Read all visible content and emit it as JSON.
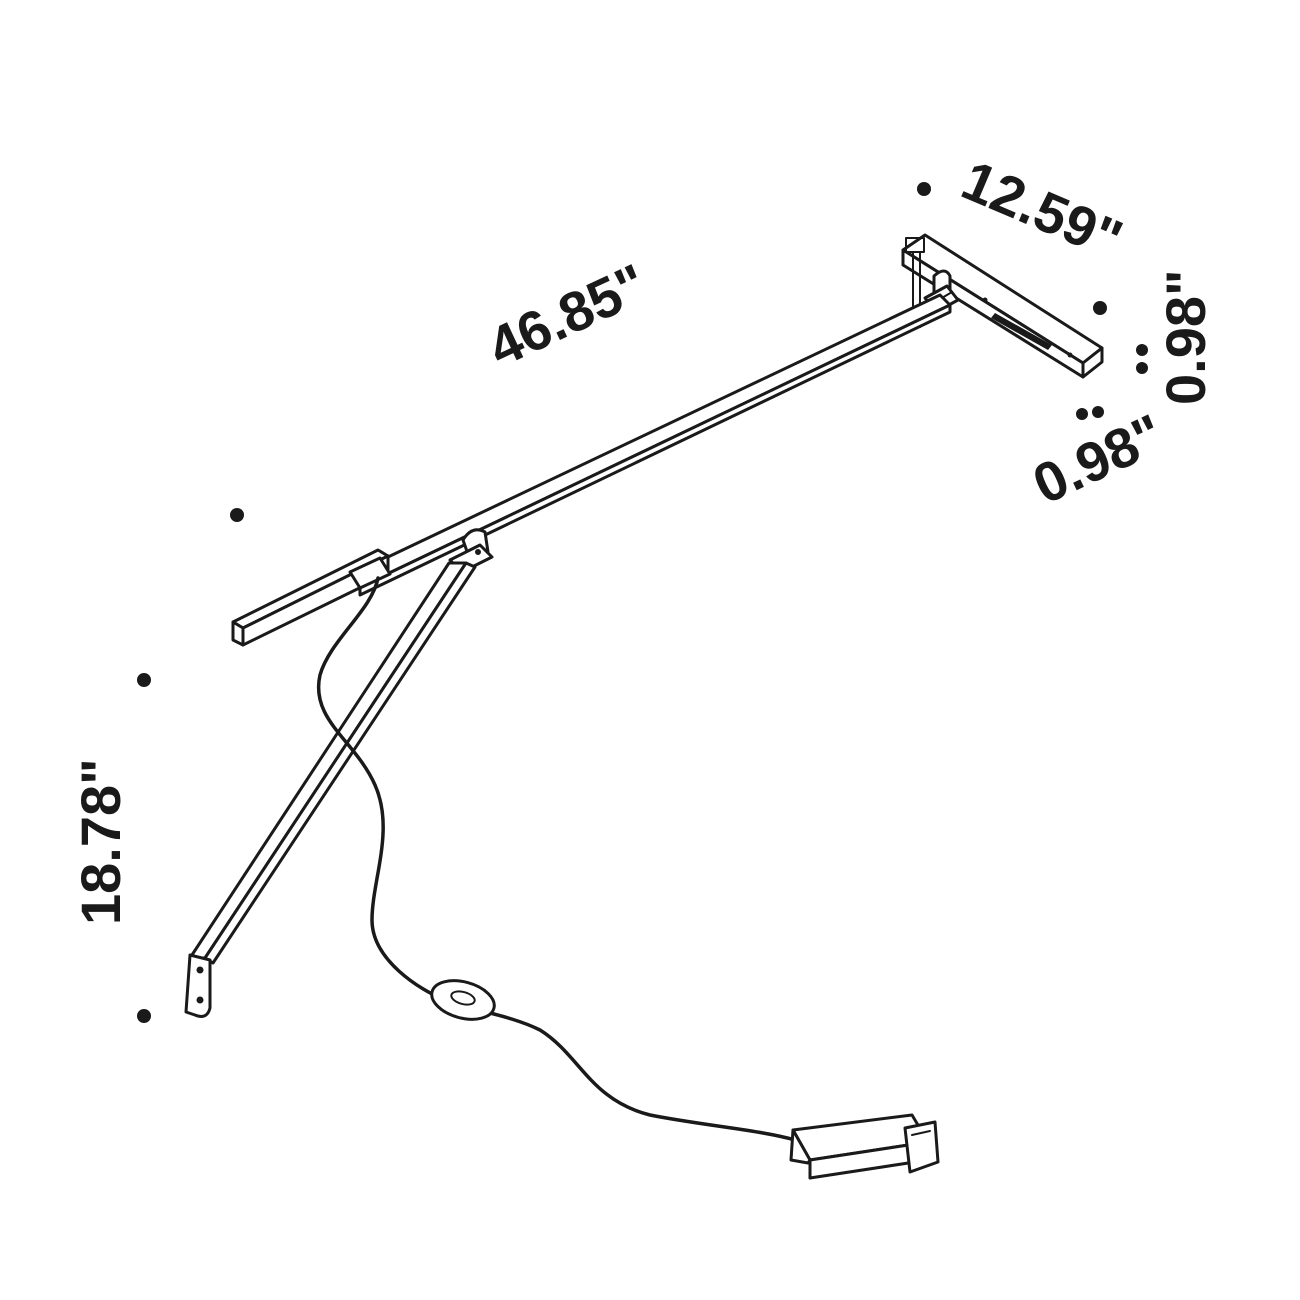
{
  "dimensions": {
    "width_top": "12.59\"",
    "length_main": "46.85\"",
    "height_right": "0.98\"",
    "depth_right": "0.98\"",
    "height_left": "18.78\""
  }
}
